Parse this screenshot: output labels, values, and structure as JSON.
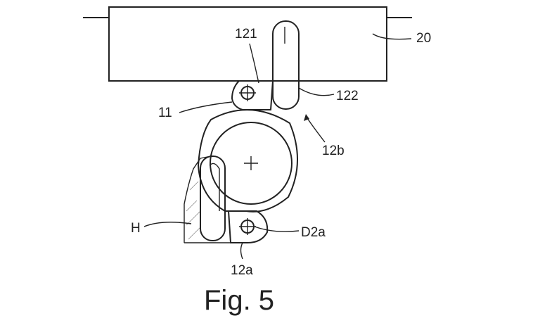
{
  "figure": {
    "caption": "Fig. 5",
    "labels": {
      "housing": "20",
      "pin": "121",
      "slot": "122",
      "link": "11",
      "arrow_ref": "12b",
      "hand": "H",
      "pivot": "D2a",
      "lower_ref": "12a"
    }
  }
}
